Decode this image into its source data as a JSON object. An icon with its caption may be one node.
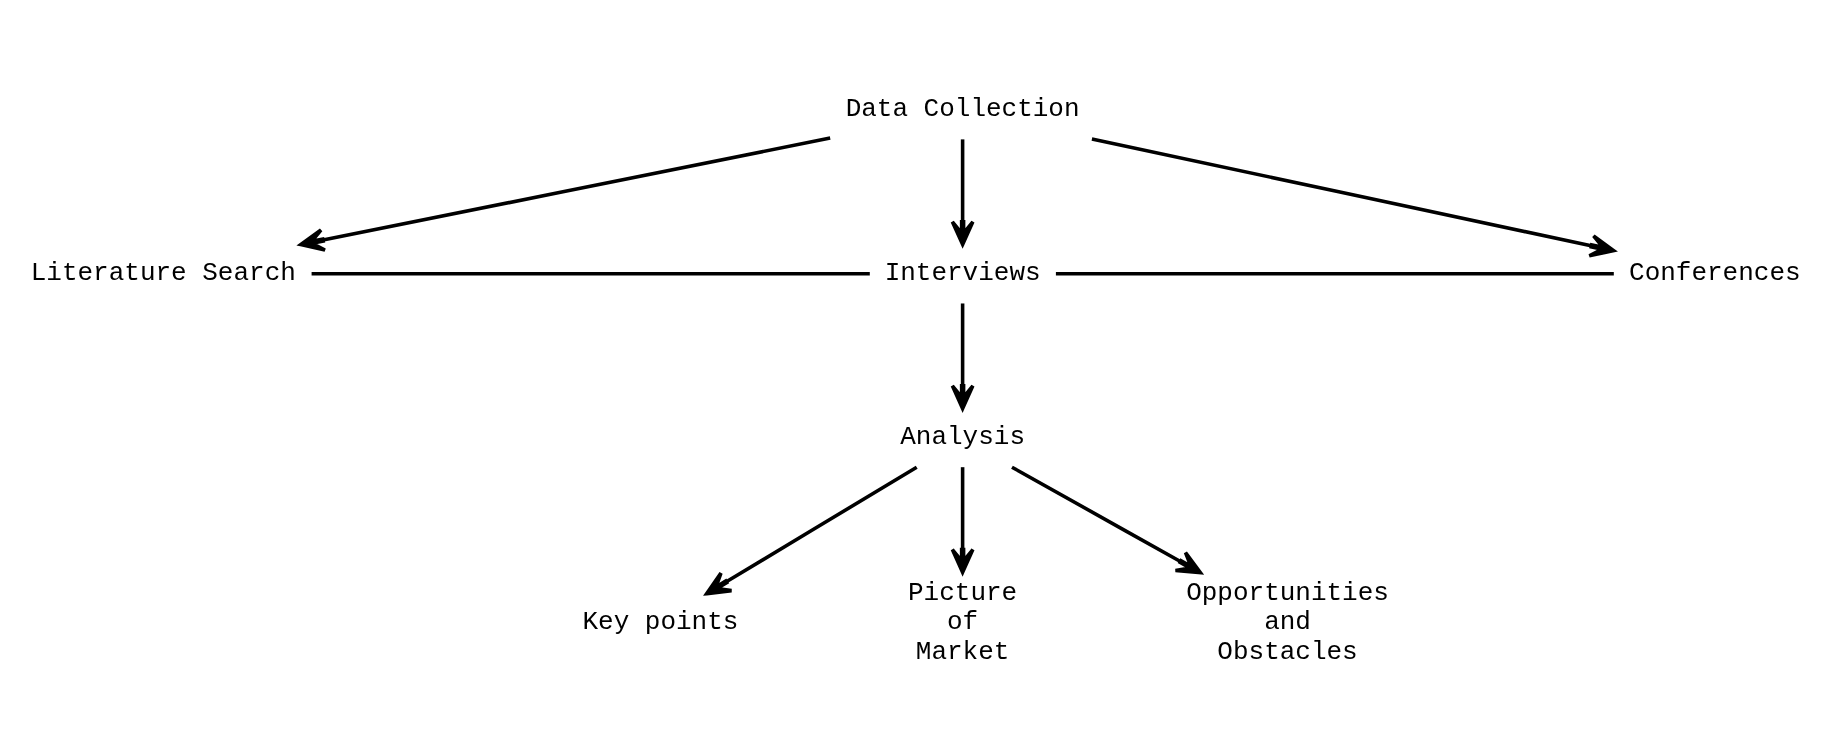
{
  "diagram": {
    "nodes": [
      {
        "text": [
          "Data Collection"
        ]
      },
      {
        "text": [
          "Literature Search"
        ]
      },
      {
        "text": [
          "Interviews"
        ]
      },
      {
        "text": [
          "Conferences"
        ]
      },
      {
        "text": [
          "Analysis"
        ]
      },
      {
        "text": [
          "Key points"
        ]
      },
      {
        "text": [
          "Picture of Market"
        ]
      },
      {
        "text": [
          "Opportunities and Obstacles"
        ]
      }
    ],
    "edges": [
      {
        "from": 0,
        "to": 1,
        "arrow": "to"
      },
      {
        "from": 0,
        "to": 2,
        "arrow": "to"
      },
      {
        "from": 0,
        "to": 3,
        "arrow": "to"
      },
      {
        "from": 1,
        "to": 2,
        "arrow": "none"
      },
      {
        "from": 2,
        "to": 3,
        "arrow": "none"
      },
      {
        "from": 2,
        "to": 4,
        "arrow": "to"
      },
      {
        "from": 4,
        "to": 5,
        "arrow": "to"
      },
      {
        "from": 4,
        "to": 6,
        "arrow": "to"
      },
      {
        "from": 4,
        "to": 7,
        "arrow": "to"
      }
    ]
  }
}
